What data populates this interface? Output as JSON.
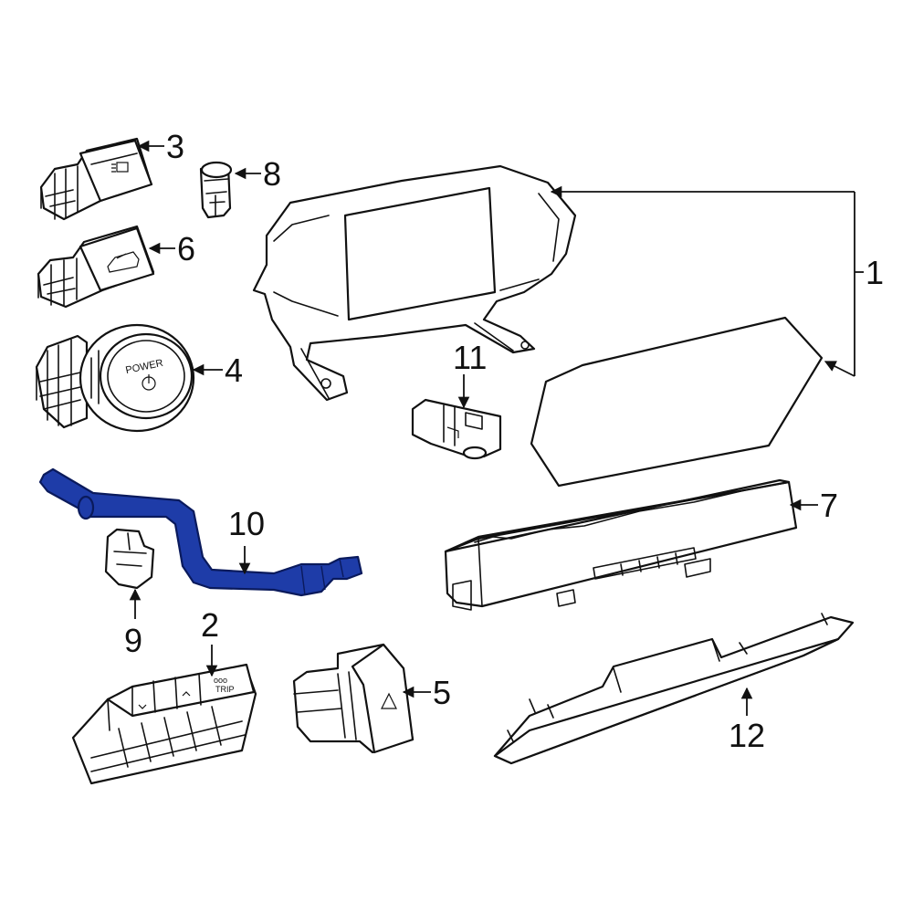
{
  "colors": {
    "highlight": "#1e3ca8",
    "line": "#111111",
    "background": "#ffffff"
  },
  "callouts": {
    "c1": "1",
    "c2": "2",
    "c3": "3",
    "c4": "4",
    "c5": "5",
    "c6": "6",
    "c7": "7",
    "c8": "8",
    "c9": "9",
    "c10": "10",
    "c11": "11",
    "c12": "12"
  },
  "labels": {
    "power": "POWER",
    "trip": "TRIP",
    "trip_dots": "ooo"
  },
  "icons": {
    "headlight_leveling": "headlight-leveling-icon",
    "trunk": "trunk-open-icon",
    "power": "power-symbol-icon",
    "hazard": "hazard-triangle-icon",
    "chevron_down": "chevron-down-icon",
    "chevron_up": "chevron-up-icon"
  }
}
